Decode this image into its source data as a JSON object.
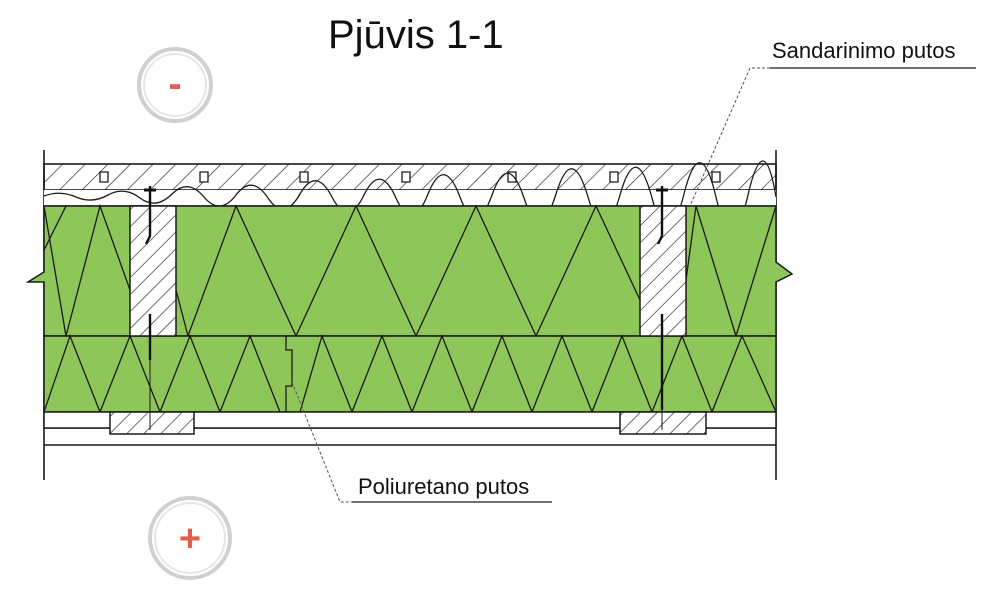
{
  "title": "Pjūvis 1-1",
  "labels": {
    "sealing_foam": "Sandarinimo putos",
    "polyurethane_foam": "Poliuretano putos"
  },
  "signs": {
    "exterior": "-",
    "interior": "+"
  },
  "colors": {
    "insulation": "#8fc65a",
    "line": "#1a1a1a",
    "sign": "#e0604f",
    "circle": "#d0d0d0"
  }
}
